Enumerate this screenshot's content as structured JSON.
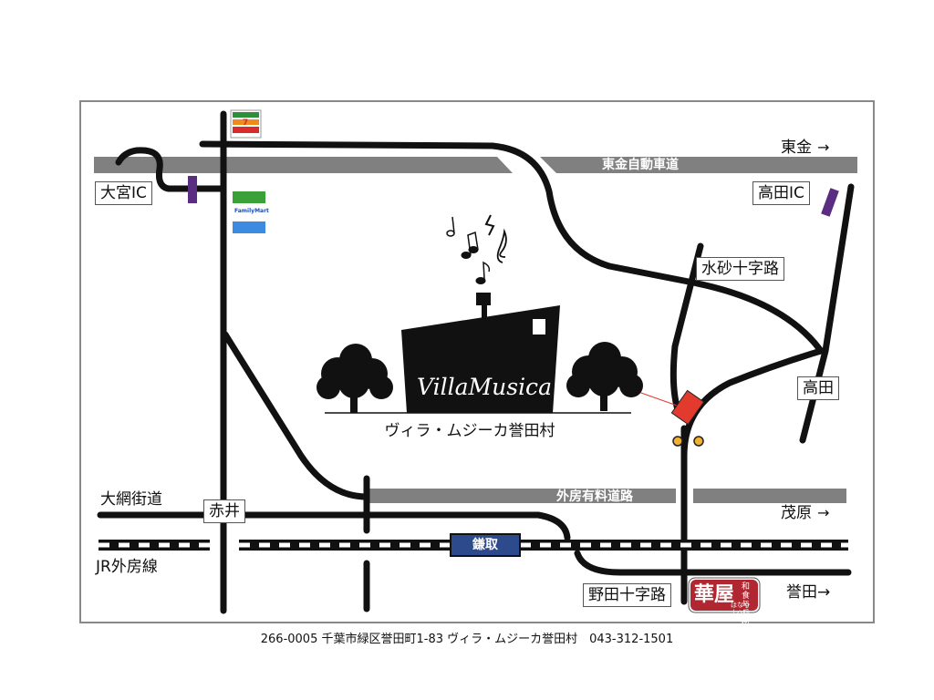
{
  "labels": {
    "omiya_ic": "大宮IC",
    "takada_ic": "高田IC",
    "mizusuna": "水砂十字路",
    "takada": "高田",
    "akai": "赤井",
    "noda": "野田十字路"
  },
  "text": {
    "togane": "東金",
    "tokan_expressway": "東金自動車道",
    "sotobo_toll_road": "外房有料道路",
    "oami_kaido": "大網街道",
    "jr_sotobo_line": "JR外房線",
    "mobara": "茂原",
    "honda": "誉田→",
    "arrow_symbol": "→"
  },
  "station": {
    "name": "鎌取"
  },
  "villa": {
    "title": "VillaMusica",
    "caption": "ヴィラ・ムジーカ誉田村"
  },
  "restaurant": {
    "name": "華屋",
    "sub": "和食与兵衛",
    "kana": "はなや よへい"
  },
  "familymart": {
    "label": "FamilyMart"
  },
  "footer": "266-0005  千葉市緑区誉田町1-83  ヴィラ・ムジーカ誉田村　043-312-1501",
  "colors": {
    "road": "#111111",
    "expressway": "#808080",
    "station": "#2c4a8c",
    "ic_marker": "#5a2d82",
    "venue_marker": "#e23b2e",
    "signal": "#f0b030",
    "familymart_green": "#3aa13a",
    "familymart_blue": "#3c8be0",
    "restaurant": "#b02631"
  },
  "icons": [
    "music-notes-icon",
    "tree-icon",
    "house-icon",
    "seven-eleven-logo",
    "familymart-logo",
    "traffic-signal-icon"
  ]
}
